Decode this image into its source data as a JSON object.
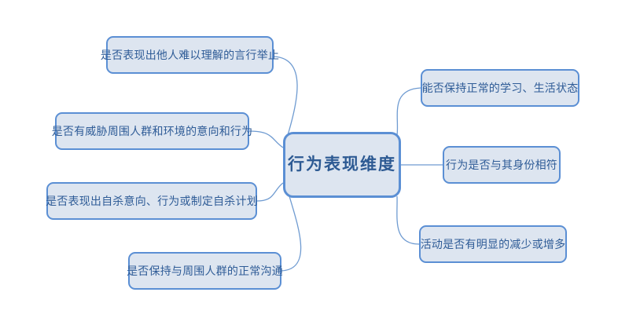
{
  "diagram": {
    "type": "mind-map",
    "title": "行为表现维度",
    "background_color": "#ffffff",
    "node_fill_color": "#dde5f0",
    "node_border_color": "#5b8fd4",
    "node_text_color": "#2f5c97",
    "connector_color": "#6f9bd1",
    "central": {
      "label": "行为表现维度"
    },
    "left_branches": [
      {
        "label": "是否表现出他人难以理解的言行举止"
      },
      {
        "label": "是否有威胁周围人群和环境的意向和行为"
      },
      {
        "label": "是否表现出自杀意向、行为或制定自杀计划"
      },
      {
        "label": "是否保持与周围人群的正常沟通"
      }
    ],
    "right_branches": [
      {
        "label": "能否保持正常的学习、生活状态"
      },
      {
        "label": "行为是否与其身份相符"
      },
      {
        "label": "活动是否有明显的减少或增多"
      }
    ]
  }
}
